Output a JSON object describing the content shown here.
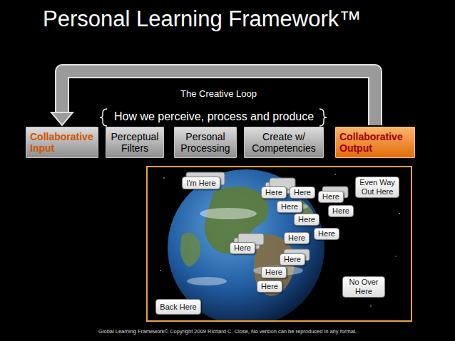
{
  "diagram": {
    "title": "Personal Learning Framework™",
    "nodes": [
      {
        "text": [
          "Collaborative Input"
        ]
      },
      {
        "text": [
          "Perceptual Filters"
        ]
      },
      {
        "text": [
          "Personal Processing"
        ]
      },
      {
        "text": [
          "Create w/ Competencies"
        ]
      },
      {
        "text": [
          "Collaborative Output"
        ]
      },
      {
        "text": [
          "I'm Here"
        ]
      },
      {
        "text": [
          "Here"
        ]
      },
      {
        "text": [
          "Here"
        ]
      },
      {
        "text": [
          "Here"
        ]
      },
      {
        "text": [
          "Here"
        ]
      },
      {
        "text": [
          "Here"
        ]
      },
      {
        "text": [
          "Here"
        ]
      },
      {
        "text": [
          "Here"
        ]
      },
      {
        "text": [
          "Here"
        ]
      },
      {
        "text": [
          "Here"
        ]
      },
      {
        "text": [
          "Here"
        ]
      },
      {
        "text": [
          "Here"
        ]
      },
      {
        "text": [
          "Here"
        ]
      },
      {
        "text": [
          "Even Way Out Here"
        ]
      },
      {
        "text": [
          "No Over Here"
        ]
      },
      {
        "text": [
          "Back Here"
        ]
      }
    ],
    "edges": [
      {
        "from": 4,
        "to": 0,
        "label": "The Creative Loop",
        "arrow": "to"
      }
    ],
    "labels": [
      "How we perceive, process and produce",
      "Global Learning Framework© Copyright 2009 Richard C. Close, No version can be reproduced in any format."
    ]
  }
}
